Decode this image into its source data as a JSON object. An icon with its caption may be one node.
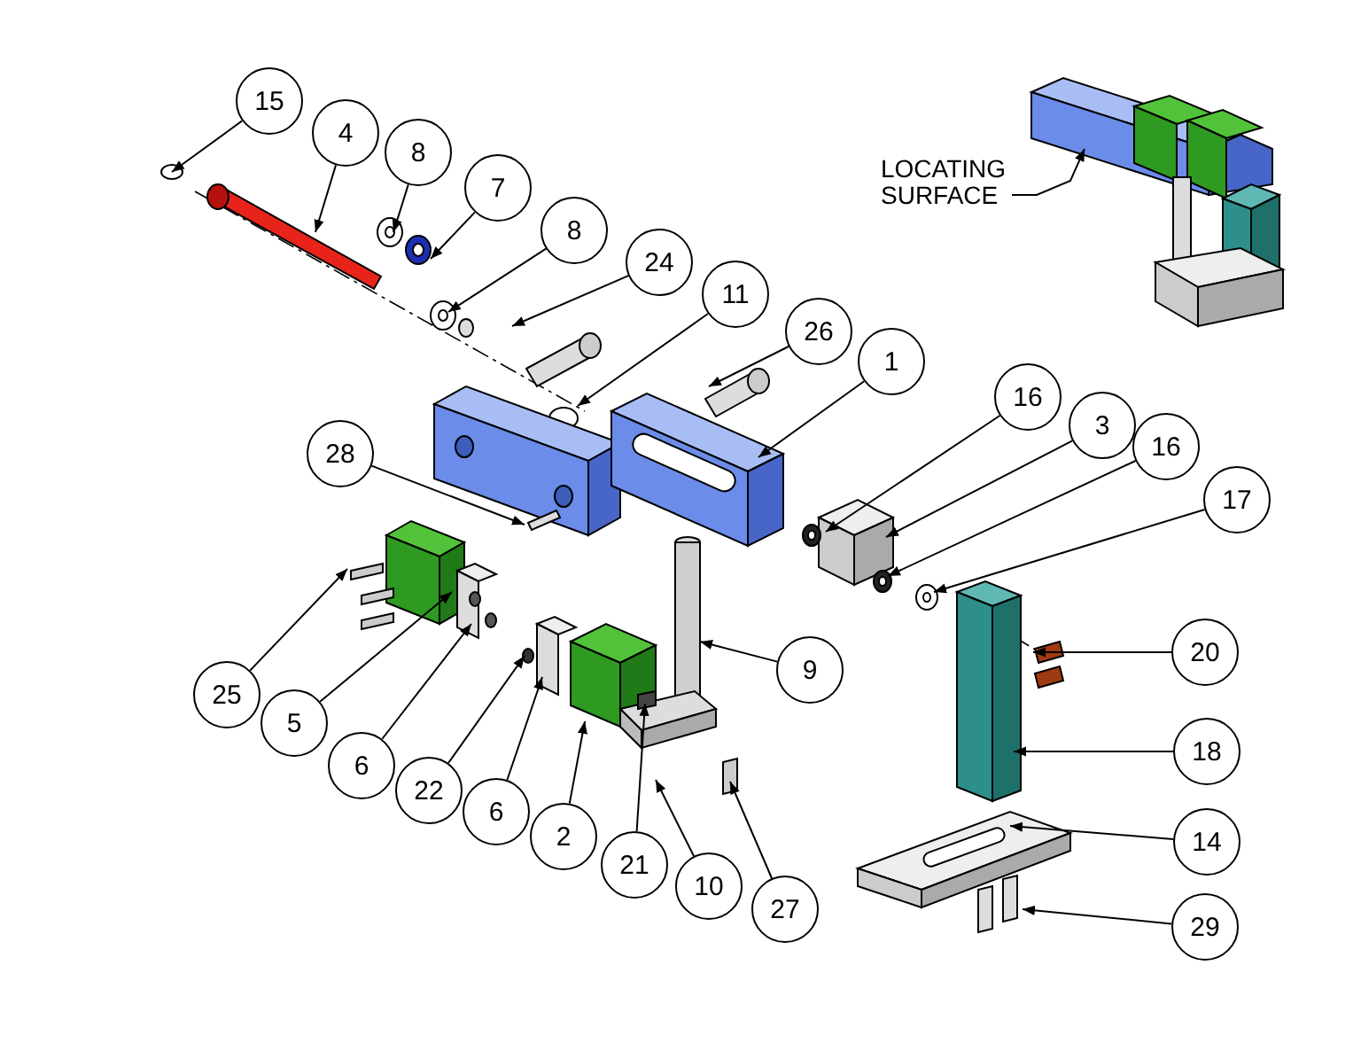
{
  "diagram": {
    "nodes": [
      {
        "text": [
          "15"
        ]
      },
      {
        "text": [
          "4"
        ]
      },
      {
        "text": [
          "8"
        ]
      },
      {
        "text": [
          "7"
        ]
      },
      {
        "text": [
          "8"
        ]
      },
      {
        "text": [
          "24"
        ]
      },
      {
        "text": [
          "11"
        ]
      },
      {
        "text": [
          "26"
        ]
      },
      {
        "text": [
          "1"
        ]
      },
      {
        "text": [
          "16"
        ]
      },
      {
        "text": [
          "3"
        ]
      },
      {
        "text": [
          "16"
        ]
      },
      {
        "text": [
          "17"
        ]
      },
      {
        "text": [
          "28"
        ]
      },
      {
        "text": [
          "25"
        ]
      },
      {
        "text": [
          "5"
        ]
      },
      {
        "text": [
          "6"
        ]
      },
      {
        "text": [
          "22"
        ]
      },
      {
        "text": [
          "6"
        ]
      },
      {
        "text": [
          "2"
        ]
      },
      {
        "text": [
          "21"
        ]
      },
      {
        "text": [
          "10"
        ]
      },
      {
        "text": [
          "27"
        ]
      },
      {
        "text": [
          "9"
        ]
      },
      {
        "text": [
          "20"
        ]
      },
      {
        "text": [
          "18"
        ]
      },
      {
        "text": [
          "14"
        ]
      },
      {
        "text": [
          "29"
        ]
      },
      {
        "text": [
          "LOCATING SURFACE"
        ]
      }
    ],
    "edges": [
      {
        "from": 0,
        "to": null,
        "arrow": "to"
      },
      {
        "from": 1,
        "to": null,
        "arrow": "to"
      },
      {
        "from": 2,
        "to": null,
        "arrow": "to"
      },
      {
        "from": 3,
        "to": null,
        "arrow": "to"
      },
      {
        "from": 4,
        "to": null,
        "arrow": "to"
      },
      {
        "from": 5,
        "to": null,
        "arrow": "to"
      },
      {
        "from": 6,
        "to": null,
        "arrow": "to"
      },
      {
        "from": 7,
        "to": null,
        "arrow": "to"
      },
      {
        "from": 8,
        "to": null,
        "arrow": "to"
      },
      {
        "from": 9,
        "to": null,
        "arrow": "to"
      },
      {
        "from": 10,
        "to": null,
        "arrow": "to"
      },
      {
        "from": 11,
        "to": null,
        "arrow": "to"
      },
      {
        "from": 12,
        "to": null,
        "arrow": "to"
      },
      {
        "from": 13,
        "to": null,
        "arrow": "to"
      },
      {
        "from": 14,
        "to": null,
        "arrow": "to"
      },
      {
        "from": 15,
        "to": null,
        "arrow": "to"
      },
      {
        "from": 16,
        "to": null,
        "arrow": "to"
      },
      {
        "from": 17,
        "to": null,
        "arrow": "to"
      },
      {
        "from": 18,
        "to": null,
        "arrow": "to"
      },
      {
        "from": 19,
        "to": null,
        "arrow": "to"
      },
      {
        "from": 20,
        "to": null,
        "arrow": "to"
      },
      {
        "from": 21,
        "to": null,
        "arrow": "to"
      },
      {
        "from": 22,
        "to": null,
        "arrow": "to"
      },
      {
        "from": 23,
        "to": null,
        "arrow": "to"
      },
      {
        "from": 24,
        "to": null,
        "arrow": "to"
      },
      {
        "from": 25,
        "to": null,
        "arrow": "to"
      },
      {
        "from": 26,
        "to": null,
        "arrow": "to"
      },
      {
        "from": 27,
        "to": null,
        "arrow": "to"
      },
      {
        "from": 28,
        "to": null,
        "arrow": "to"
      }
    ]
  }
}
